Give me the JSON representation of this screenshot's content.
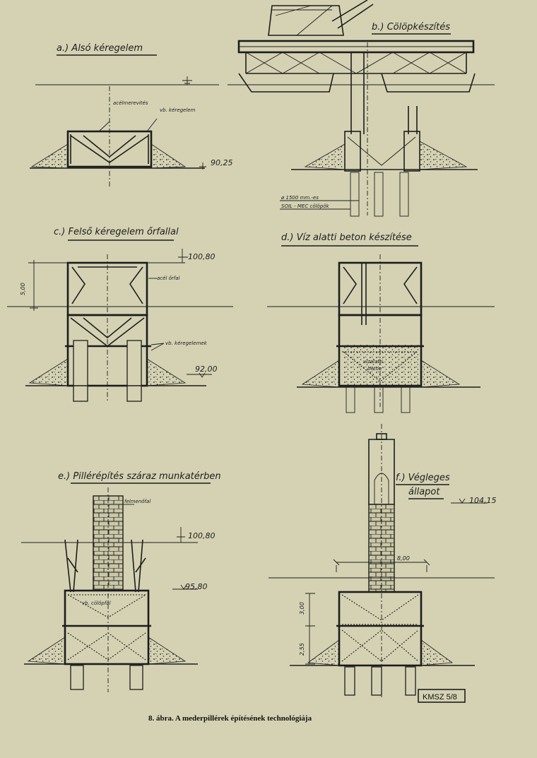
{
  "panels": {
    "a": {
      "title": "a.) Alsó kéregelem",
      "label1": "acélmerevités",
      "label2": "vb. kéregelem",
      "level": "90,25"
    },
    "b": {
      "title": "b.) Cölöpkészítés",
      "pile1": "ø 1500 mm.-es",
      "pile2": "SOIL - MEC cölöpök"
    },
    "c": {
      "title": "c.) Felső kéregelem őrfallal",
      "level_top": "100,80",
      "label_wall": "acél őrfal",
      "label_shell": "vb. kéregelemek",
      "level_bottom": "92,00",
      "dim": "5,00"
    },
    "d": {
      "title": "d.) Víz alatti beton készítése",
      "label1": "vízalatti",
      "label2": "beton"
    },
    "e": {
      "title": "e.) Pillérépítés száraz munkatérben",
      "label_top": "felmenőfal",
      "label_cap": "vb. cölöpfal",
      "level_top": "100,80",
      "level_bottom": "95,80"
    },
    "f": {
      "title1": "f.) Végleges",
      "title2": "állapot",
      "level": "104,15",
      "dim_width": "8,00",
      "dim1": "3,00",
      "dim2": "2,55"
    }
  },
  "stamp": "KMSZ 5/8",
  "caption": "8. ábra. A mederpillérek építésének technológiája"
}
